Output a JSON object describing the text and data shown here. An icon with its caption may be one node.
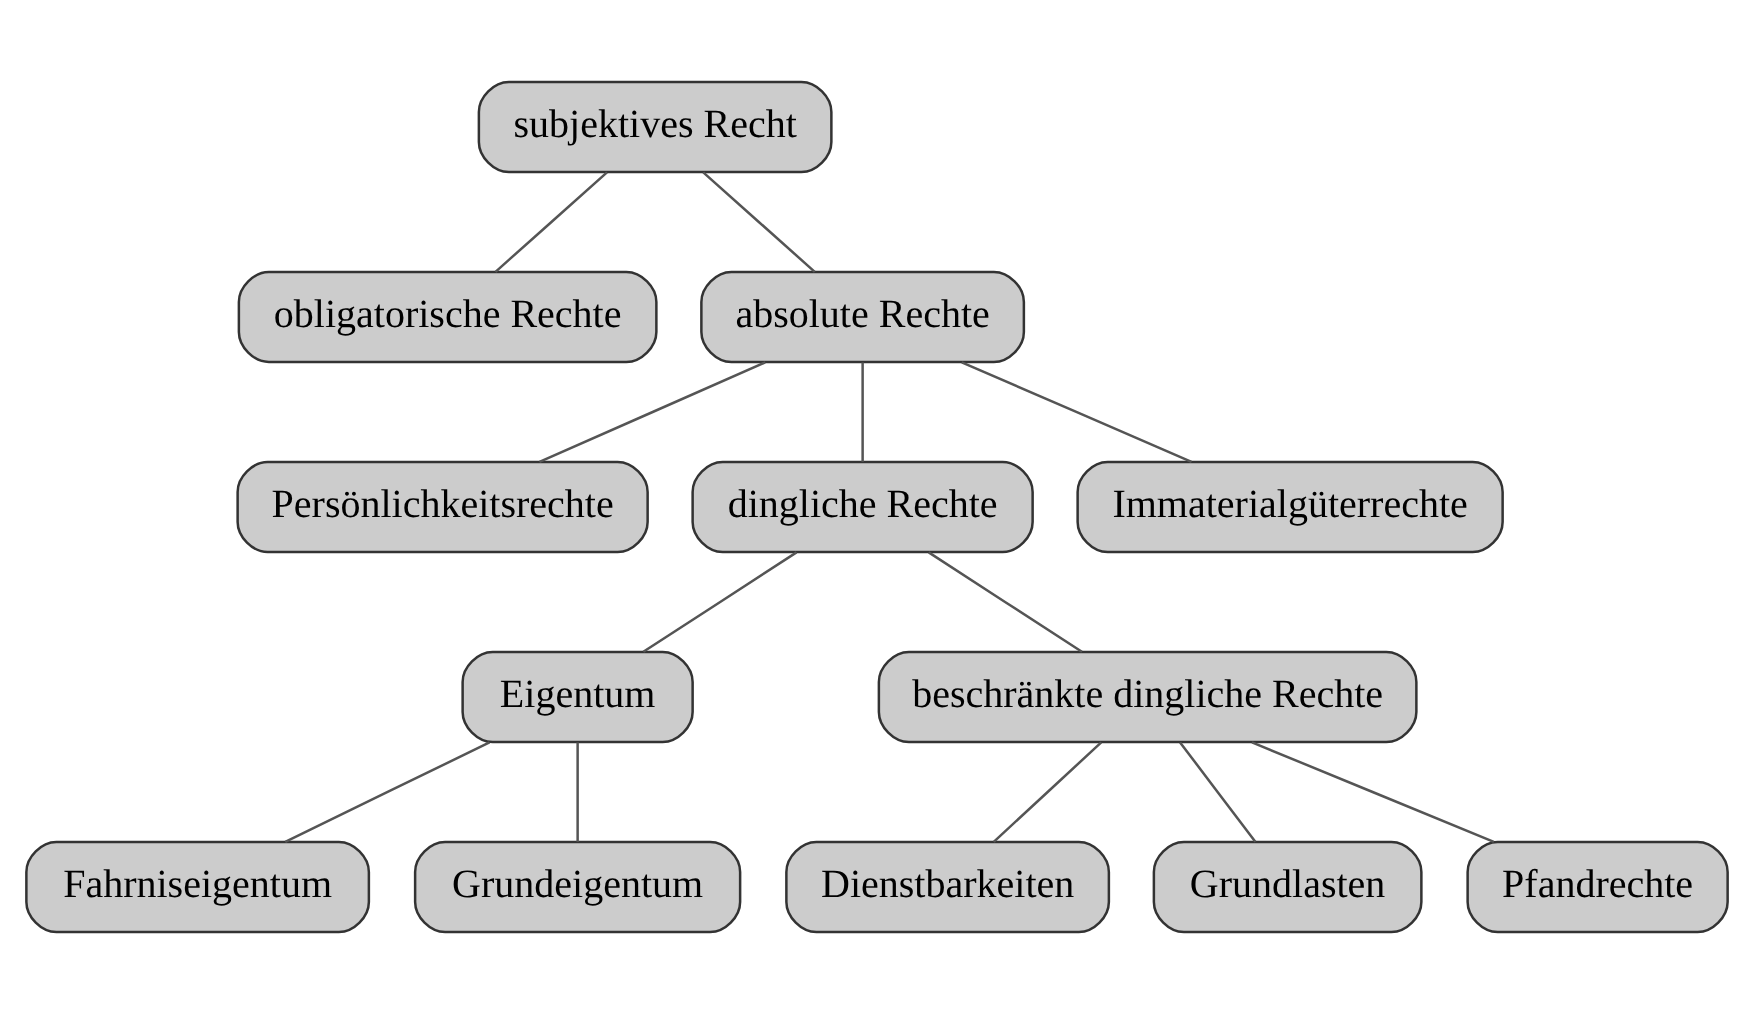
{
  "diagram": {
    "nodes": [
      {
        "text": [
          "subjektives Recht"
        ]
      },
      {
        "text": [
          "obligatorische Rechte"
        ]
      },
      {
        "text": [
          "absolute Rechte"
        ]
      },
      {
        "text": [
          "Persönlichkeitsrechte"
        ]
      },
      {
        "text": [
          "dingliche Rechte"
        ]
      },
      {
        "text": [
          "Immaterialgüterrechte"
        ]
      },
      {
        "text": [
          "Eigentum"
        ]
      },
      {
        "text": [
          "beschränkte dingliche Rechte"
        ]
      },
      {
        "text": [
          "Fahrniseigentum"
        ]
      },
      {
        "text": [
          "Grundeigentum"
        ]
      },
      {
        "text": [
          "Dienstbarkeiten"
        ]
      },
      {
        "text": [
          "Grundlasten"
        ]
      },
      {
        "text": [
          "Pfandrechte"
        ]
      }
    ],
    "edges": [
      {
        "from": 0,
        "to": 1,
        "arrow": "none"
      },
      {
        "from": 0,
        "to": 2,
        "arrow": "none"
      },
      {
        "from": 2,
        "to": 3,
        "arrow": "none"
      },
      {
        "from": 2,
        "to": 4,
        "arrow": "none"
      },
      {
        "from": 2,
        "to": 5,
        "arrow": "none"
      },
      {
        "from": 4,
        "to": 6,
        "arrow": "none"
      },
      {
        "from": 4,
        "to": 7,
        "arrow": "none"
      },
      {
        "from": 6,
        "to": 8,
        "arrow": "none"
      },
      {
        "from": 6,
        "to": 9,
        "arrow": "none"
      },
      {
        "from": 7,
        "to": 10,
        "arrow": "none"
      },
      {
        "from": 7,
        "to": 11,
        "arrow": "none"
      },
      {
        "from": 7,
        "to": 12,
        "arrow": "none"
      }
    ]
  }
}
